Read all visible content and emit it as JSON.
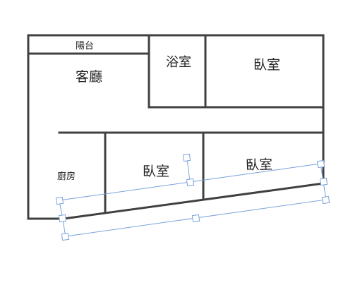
{
  "floor_plan": {
    "rooms": {
      "balcony": "陽台",
      "living_room": "客廳",
      "bathroom": "浴室",
      "bedroom_top_right": "臥室",
      "kitchen": "廚房",
      "bedroom_bottom_middle": "臥室",
      "bedroom_bottom_right": "臥室"
    }
  },
  "colors": {
    "wall": "#404040",
    "selection": "#7aa3dc",
    "background": "#ffffff"
  }
}
